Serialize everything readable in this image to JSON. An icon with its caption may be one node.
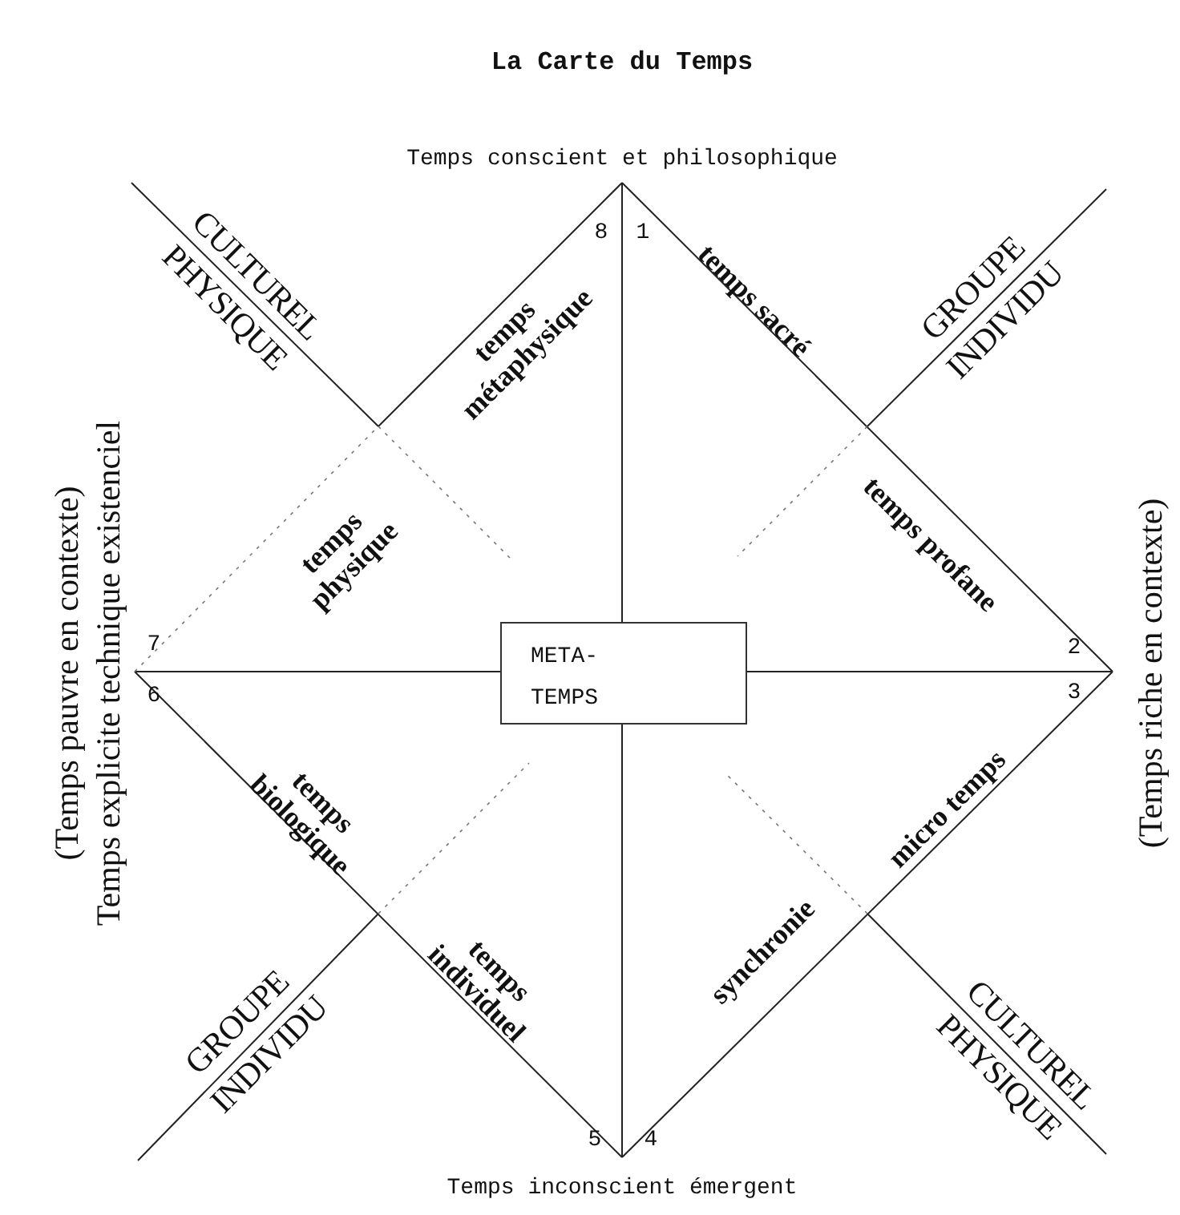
{
  "diagram": {
    "title": "La Carte du Temps",
    "nodes": [
      {
        "text": [
          "META- TEMPS"
        ]
      }
    ],
    "labels": [
      "Temps conscient et philosophique",
      "CULTUREL",
      "PHYSIQUE",
      "8",
      "1",
      "temps métaphysique",
      "temps sacré",
      "GROUPE",
      "INDIVIDU",
      "temps physique",
      "temps profane",
      "(Temps pauvre en contexte)",
      "Temps explicite technique existenciel",
      "(Temps riche en contexte)",
      "7",
      "2",
      "6",
      "3",
      "temps biologique",
      "micro temps",
      "temps individuel",
      "synchronie",
      "GROUPE",
      "INDIVIDU",
      "CULTUREL",
      "PHYSIQUE",
      "5",
      "4",
      "Temps inconscient émergent"
    ]
  }
}
